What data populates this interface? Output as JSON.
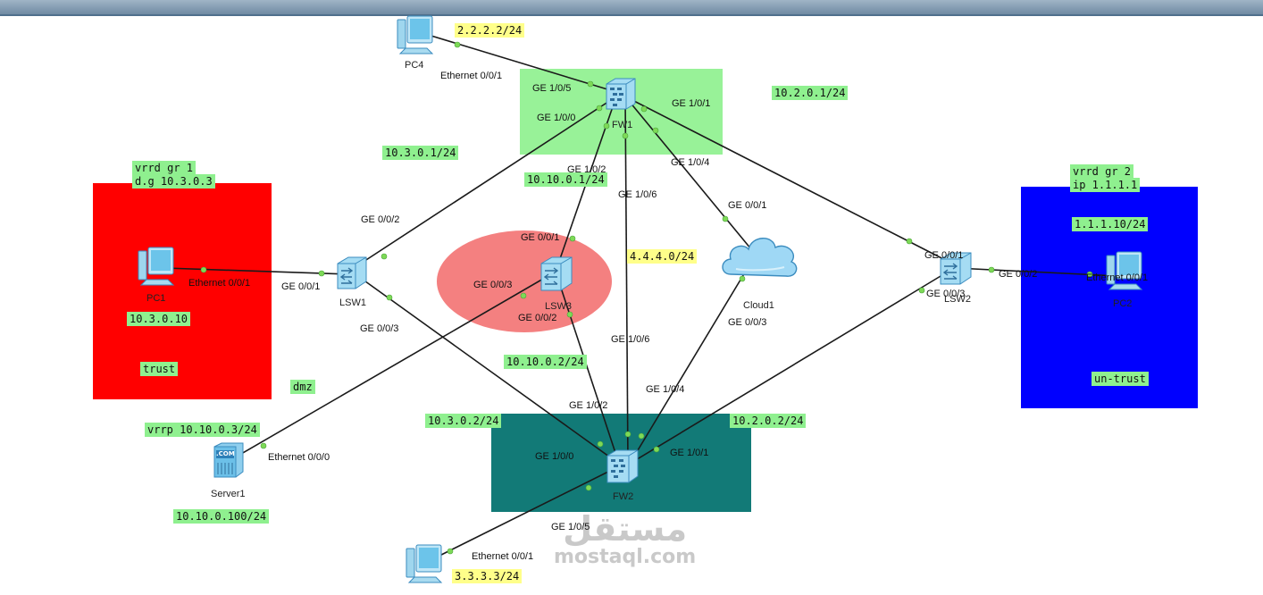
{
  "zones": {
    "fw1_zone": "#98f298",
    "trust_zone": "#ff0000",
    "untrust_zone": "#0000ff",
    "dmz_ellipse": "#f48080",
    "fw2_zone": "#127a77"
  },
  "devices": {
    "pc4": "PC4",
    "fw1": "FW1",
    "pc1": "PC1",
    "lsw1": "LSW1",
    "lsw3": "LSW3",
    "cloud1": "Cloud1",
    "lsw2": "LSW2",
    "pc2": "PC2",
    "server1": "Server1",
    "server1_badge": ".COM",
    "fw2": "FW2"
  },
  "ports": {
    "pc4_eth": "Ethernet 0/0/1",
    "fw1_ge105": "GE 1/0/5",
    "fw1_ge100": "GE 1/0/0",
    "fw1_ge101": "GE 1/0/1",
    "fw1_ge104": "GE 1/0/4",
    "fw1_ge102": "GE 1/0/2",
    "fw1_ge106": "GE 1/0/6",
    "lsw1_ge002": "GE 0/0/2",
    "lsw1_ge001": "GE 0/0/1",
    "lsw1_ge003": "GE 0/0/3",
    "pc1_eth": "Ethernet 0/0/1",
    "lsw3_ge001": "GE 0/0/1",
    "lsw3_ge003": "GE 0/0/3",
    "lsw3_ge002": "GE 0/0/2",
    "cloud_ge001": "GE 0/0/1",
    "cloud_ge003": "GE 0/0/3",
    "lsw2_ge001": "GE 0/0/1",
    "lsw2_ge003": "GE 0/0/3",
    "lsw2_ge002": "GE 0/0/2",
    "pc2_eth": "Ethernet 0/0/1",
    "fw2_ge106": "GE 1/0/6",
    "fw2_ge104": "GE 1/0/4",
    "fw2_ge102": "GE 1/0/2",
    "fw2_ge100": "GE 1/0/0",
    "fw2_ge101": "GE 1/0/1",
    "fw2_ge105": "GE 1/0/5",
    "server_eth": "Ethernet 0/0/0",
    "pc3_eth": "Ethernet 0/0/1"
  },
  "labels": {
    "pc4_ip": "2.2.2.2/24",
    "fw1_ge101_ip": "10.2.0.1/24",
    "fw1_ge100_ip": "10.3.0.1/24",
    "fw1_ge102_ip": "10.10.0.1/24",
    "link_4444": "4.4.4.0/24",
    "vrrd_gr1_line1": "vrrd gr 1",
    "vrrd_gr1_line2": "d.g 10.3.0.3",
    "pc1_ip": "10.3.0.10",
    "trust": "trust",
    "dmz": "dmz",
    "vrrd_gr2_line1": "vrrd gr 2",
    "vrrd_gr2_line2": "ip 1.1.1.1",
    "pc2_ip": "1.1.1.10/24",
    "untrust": "un-trust",
    "fw2_ge102_ip": "10.10.0.2/24",
    "fw2_ge100_ip": "10.3.0.2/24",
    "fw2_ge101_ip": "10.2.0.2/24",
    "vrrp": "vrrp 10.10.0.3/24",
    "server_ip": "10.10.0.100/24",
    "pc3_ip": "3.3.3.3/24"
  },
  "watermark": {
    "arabic": "مستقل",
    "latin": "mostaql.com"
  }
}
